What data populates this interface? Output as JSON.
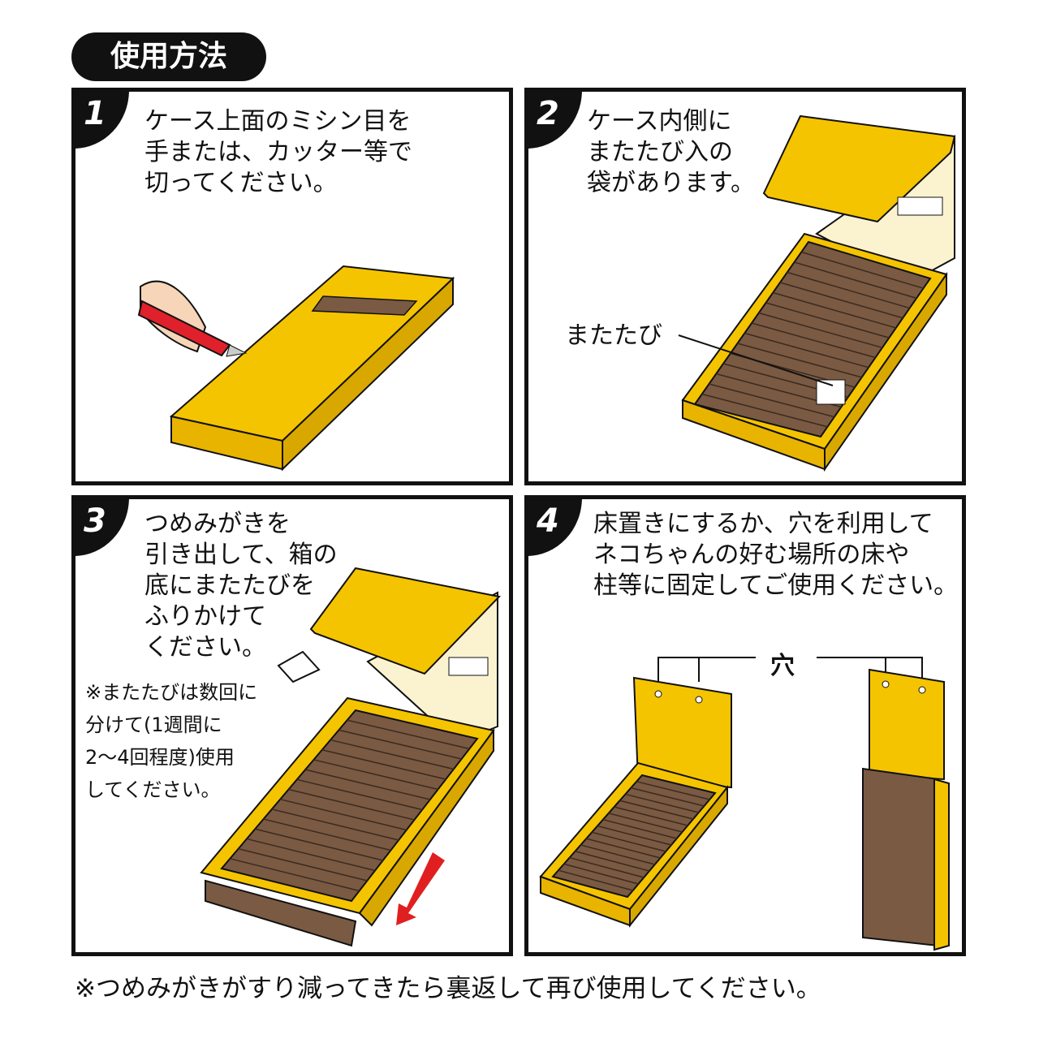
{
  "title": "使用方法",
  "panels": [
    {
      "number": "1",
      "text": "ケース上面のミシン目を\n手または、カッター等で\n切ってください。"
    },
    {
      "number": "2",
      "text": "ケース内側に\nまたたび入の\n袋があります。",
      "label": "またたび"
    },
    {
      "number": "3",
      "text": "つめみがきを\n引き出して、箱の\n底にまたたびを\nふりかけて\nください。",
      "note": "※またたびは数回に\n分けて(1週間に\n2〜4回程度)使用\nしてください。"
    },
    {
      "number": "4",
      "text": "床置きにするか、穴を利用して\nネコちゃんの好む場所の床や\n柱等に固定してご使用ください。",
      "label": "穴"
    }
  ],
  "footer": "※つめみがきがすり減ってきたら裏返して再び使用してください。",
  "colors": {
    "box": "#F5C400",
    "scratcher": "#7A5A43",
    "line": "#111111",
    "arrow": "#E02020"
  }
}
